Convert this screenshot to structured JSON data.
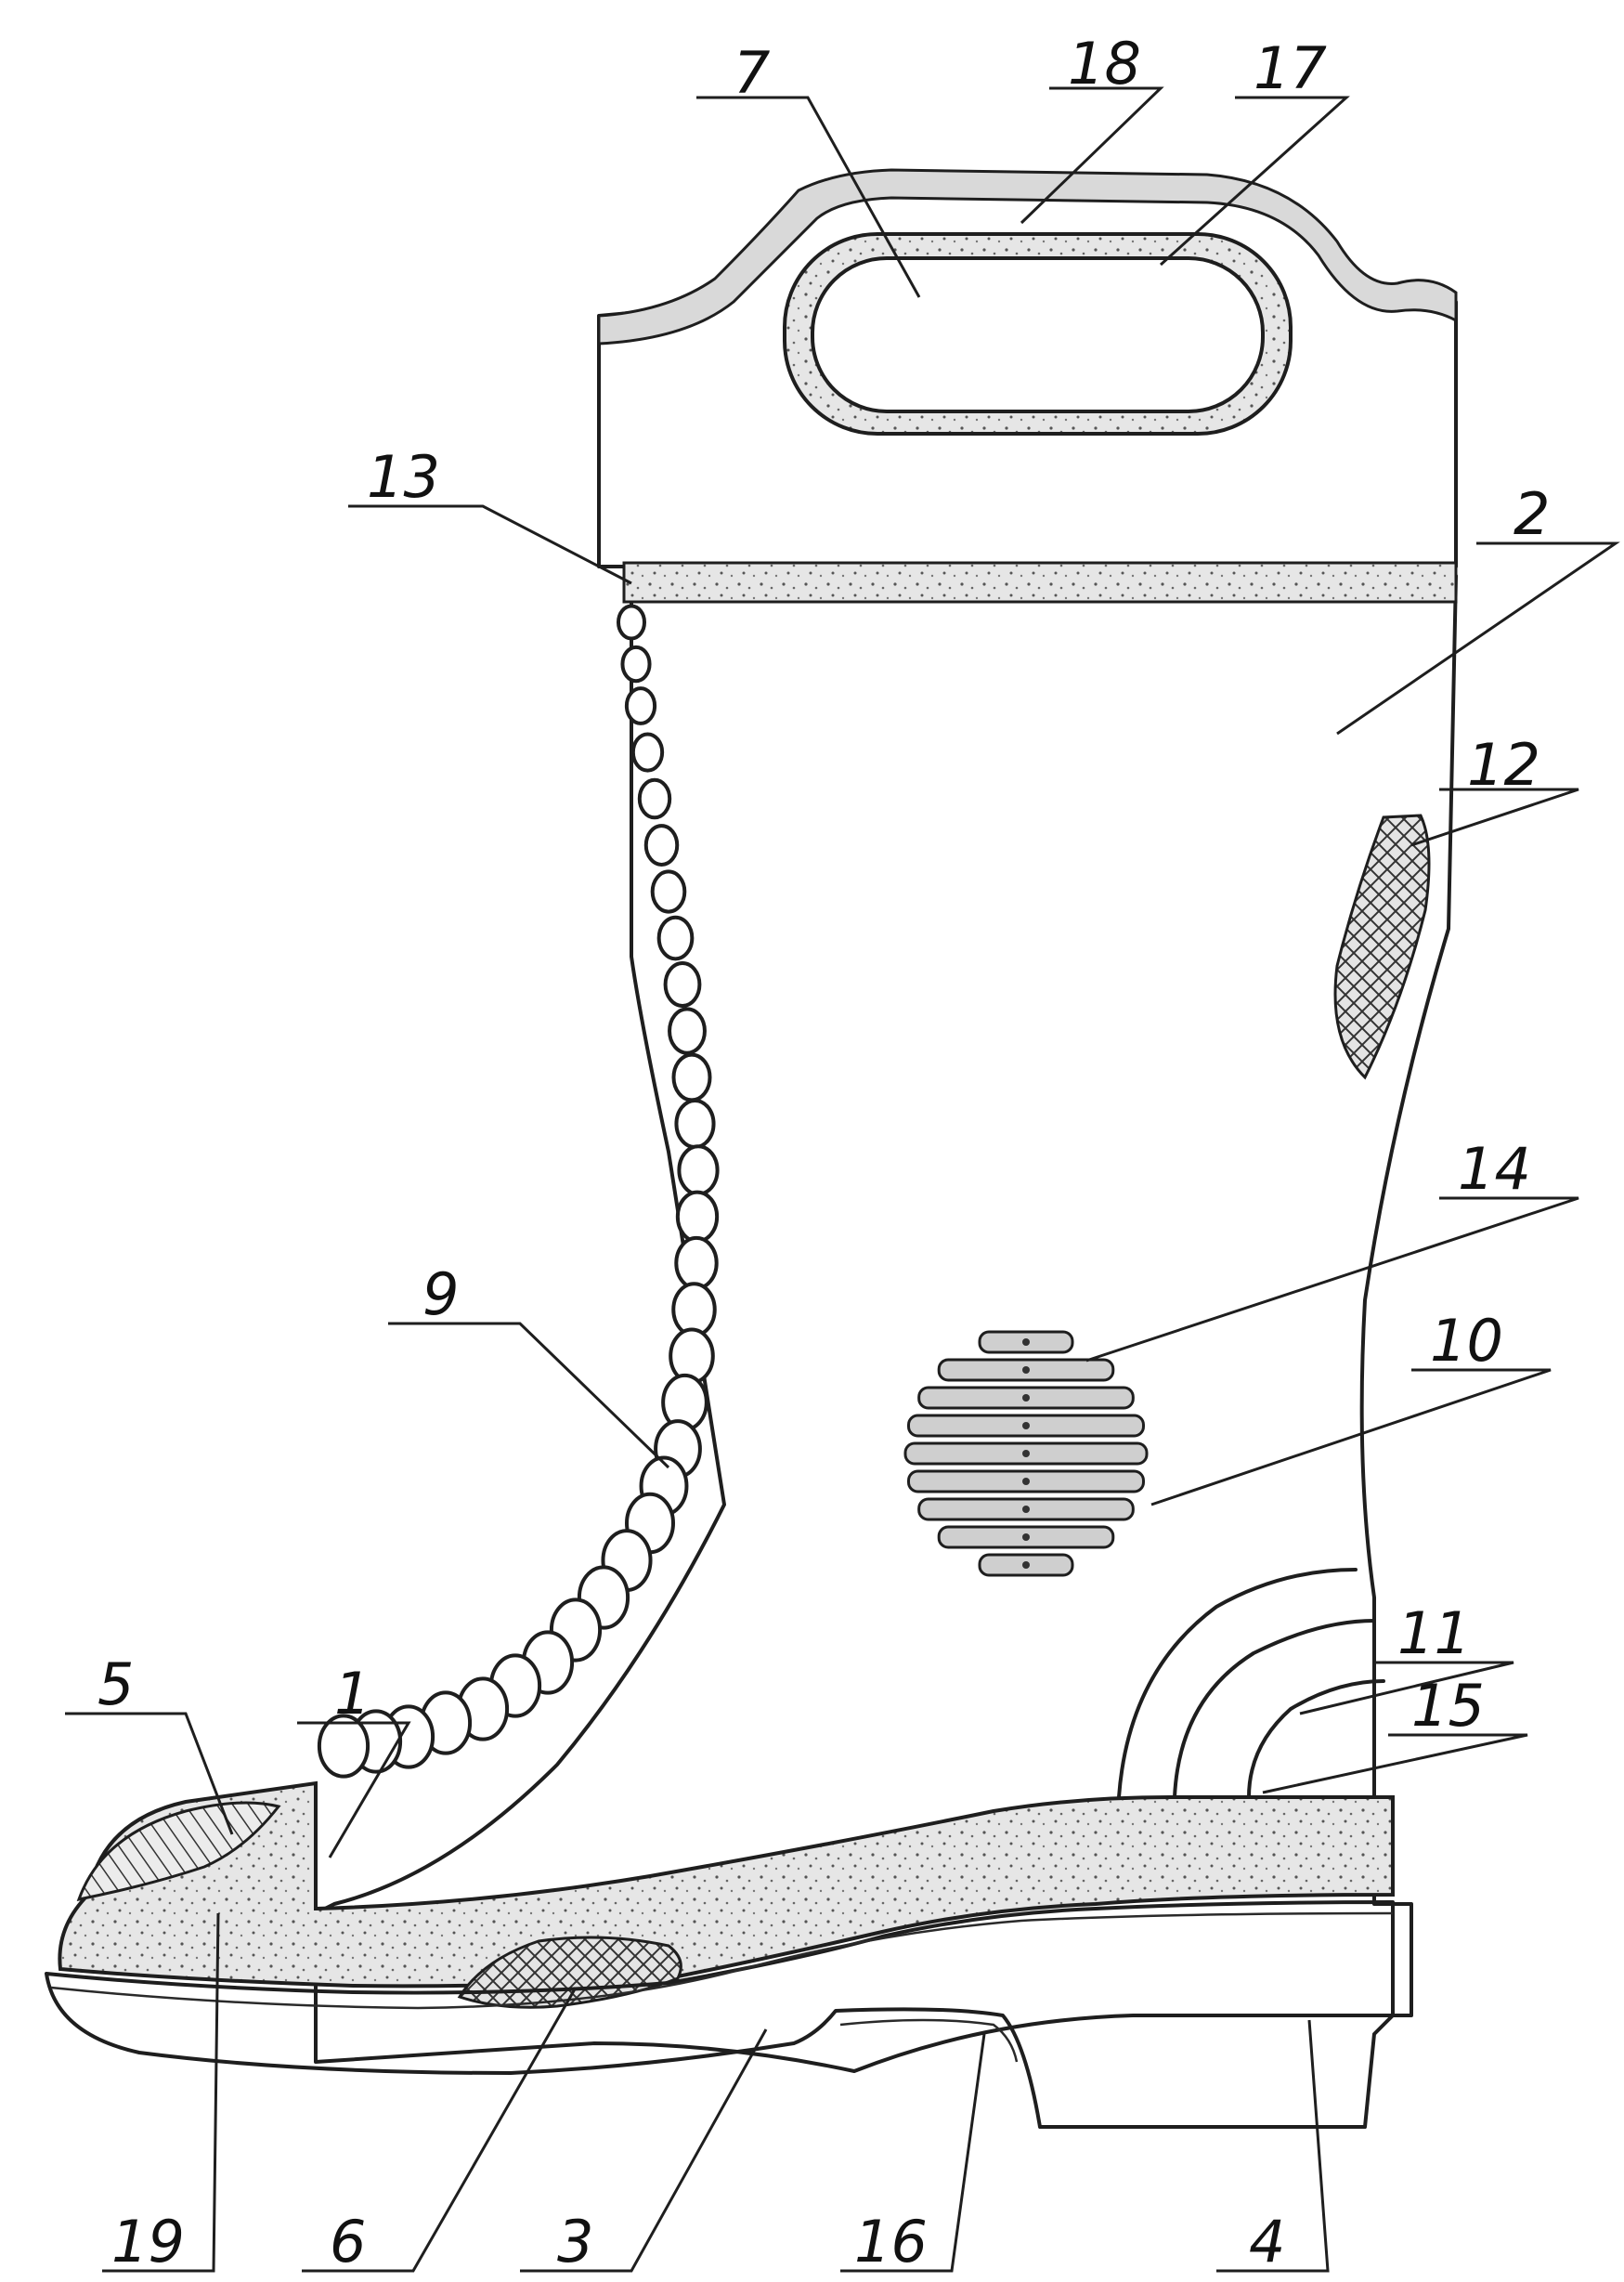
{
  "callouts": [
    {
      "id": "c18",
      "label": "18"
    },
    {
      "id": "c17",
      "label": "17"
    },
    {
      "id": "c7",
      "label": "7"
    },
    {
      "id": "c13",
      "label": "13"
    },
    {
      "id": "c2",
      "label": "2"
    },
    {
      "id": "c12",
      "label": "12"
    },
    {
      "id": "c14",
      "label": "14"
    },
    {
      "id": "c10",
      "label": "10"
    },
    {
      "id": "c9",
      "label": "9"
    },
    {
      "id": "c11",
      "label": "11"
    },
    {
      "id": "c15",
      "label": "15"
    },
    {
      "id": "c5",
      "label": "5"
    },
    {
      "id": "c1",
      "label": "1"
    },
    {
      "id": "c19",
      "label": "19"
    },
    {
      "id": "c6",
      "label": "6"
    },
    {
      "id": "c3",
      "label": "3"
    },
    {
      "id": "c16",
      "label": "16"
    },
    {
      "id": "c4",
      "label": "4"
    }
  ]
}
